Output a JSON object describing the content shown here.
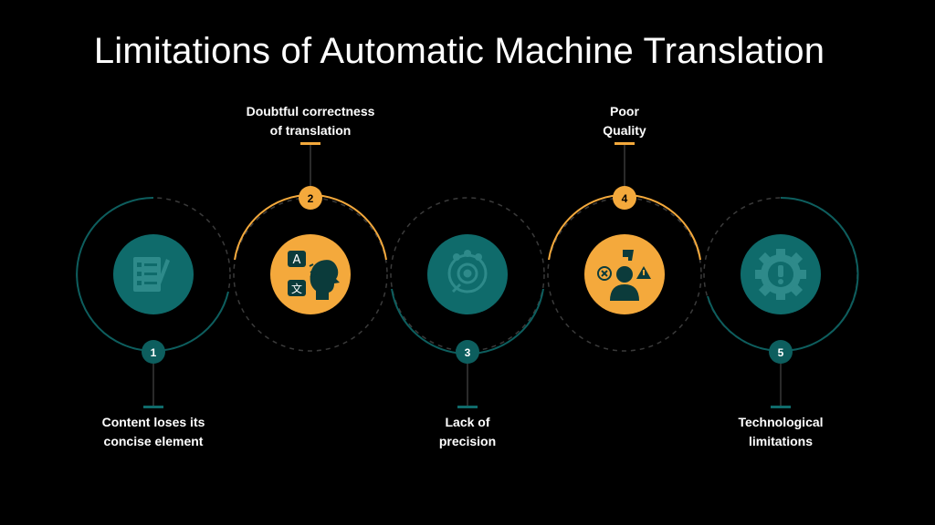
{
  "title": "Limitations of Automatic Machine Translation",
  "colors": {
    "teal": "#0f6b6b",
    "teal_ring": "#0d5e5e",
    "orange": "#f4a93c",
    "dashed": "#3a3a3a",
    "background": "#000000"
  },
  "steps": [
    {
      "number": "1",
      "line1": "Content loses its",
      "line2": "concise element",
      "icon": "checklist-icon",
      "accent": "teal",
      "label_position": "bottom"
    },
    {
      "number": "2",
      "line1": "Doubtful correctness",
      "line2": "of translation",
      "icon": "translate-speech-icon",
      "accent": "orange",
      "label_position": "top"
    },
    {
      "number": "3",
      "line1": "Lack of",
      "line2": "precision",
      "icon": "target-group-icon",
      "accent": "teal",
      "label_position": "bottom"
    },
    {
      "number": "4",
      "line1": "Poor",
      "line2": "Quality",
      "icon": "thumbs-down-warning-icon",
      "accent": "orange",
      "label_position": "top"
    },
    {
      "number": "5",
      "line1": "Technological",
      "line2": "limitations",
      "icon": "gear-alert-icon",
      "accent": "teal",
      "label_position": "bottom"
    }
  ]
}
